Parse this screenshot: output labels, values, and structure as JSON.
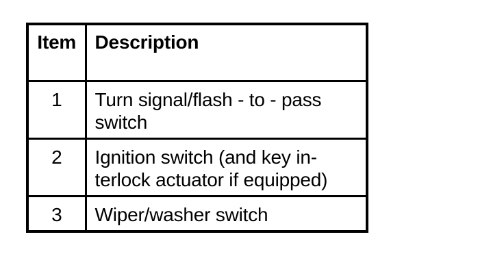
{
  "colors": {
    "ink": "#000000",
    "paper": "#ffffff"
  },
  "table": {
    "headers": [
      "Item",
      "Description"
    ],
    "rows": [
      {
        "item": "1",
        "description": "Turn signal/flash - to - pass\nswitch"
      },
      {
        "item": "2",
        "description": "Ignition switch (and key in-\nterlock actuator if equipped)"
      },
      {
        "item": "3",
        "description": "Wiper/washer switch"
      }
    ]
  }
}
